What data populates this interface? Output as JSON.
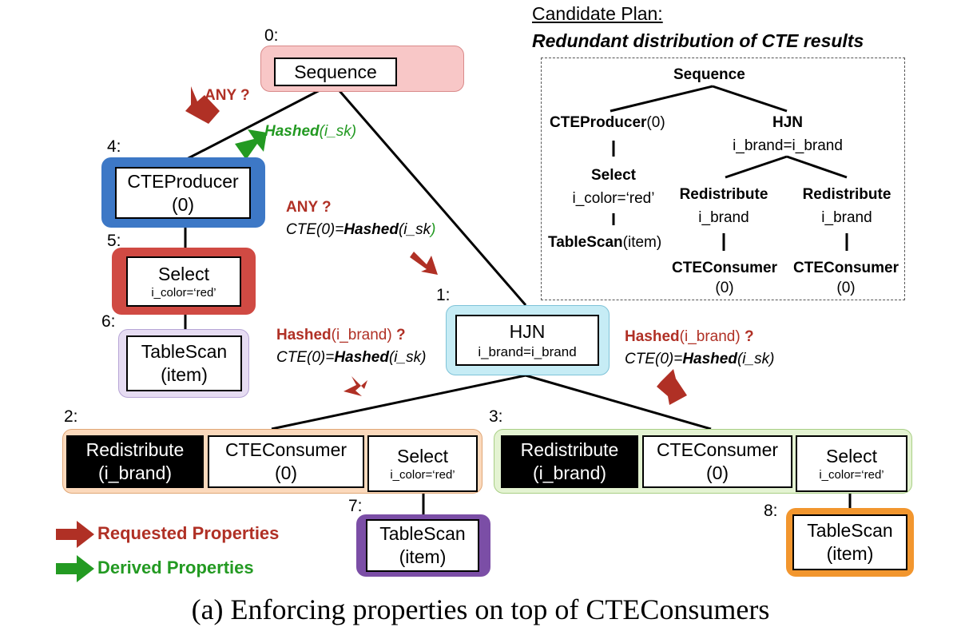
{
  "candidate_plan": {
    "title": "Candidate Plan:",
    "subtitle": "Redundant distribution of CTE results",
    "sequence": "Sequence",
    "cteproducer": "CTEProducer",
    "cteproducer_arg": "(0)",
    "hjn": "HJN",
    "hjn_cond": "i_brand=i_brand",
    "select": "Select",
    "select_cond": "i_color=‘red’",
    "tablescan": "TableScan",
    "tablescan_arg": "(item)",
    "redistribute_1": "Redistribute",
    "redistribute_1_arg": "i_brand",
    "redistribute_2": "Redistribute",
    "redistribute_2_arg": "i_brand",
    "consumer_1": "CTEConsumer",
    "consumer_1_arg": "(0)",
    "consumer_2": "CTEConsumer",
    "consumer_2_arg": "(0)"
  },
  "nodes": {
    "n0": {
      "id": "0:",
      "label": "Sequence",
      "color": "#f8c7c7"
    },
    "n4": {
      "id": "4:",
      "label": "CTEProducer",
      "arg": "(0)",
      "color": "#3d78c6"
    },
    "n5": {
      "id": "5:",
      "label": "Select",
      "arg": "i_color=‘red’",
      "color": "#d04a43"
    },
    "n6": {
      "id": "6:",
      "label": "TableScan",
      "arg": "(item)",
      "color": "#e6dcf2"
    },
    "n1": {
      "id": "1:",
      "label": "HJN",
      "arg": "i_brand=i_brand",
      "color": "#c6ecf5"
    },
    "n2": {
      "id": "2:",
      "redistribute": "Redistribute",
      "redistribute_arg": "(i_brand)",
      "consumer": "CTEConsumer",
      "consumer_arg": "(0)",
      "select": "Select",
      "select_arg": "i_color=‘red’",
      "color": "#fbd9bc"
    },
    "n3": {
      "id": "3:",
      "redistribute": "Redistribute",
      "redistribute_arg": "(i_brand)",
      "consumer": "CTEConsumer",
      "consumer_arg": "(0)",
      "select": "Select",
      "select_arg": "i_color=‘red’",
      "color": "#e4f3d2"
    },
    "n7": {
      "id": "7:",
      "label": "TableScan",
      "arg": "(item)",
      "color": "#7b4ea6"
    },
    "n8": {
      "id": "8:",
      "label": "TableScan",
      "arg": "(item)",
      "color": "#f2962e"
    }
  },
  "annotations": {
    "any_top": "ANY ?",
    "hashed_isk": {
      "fn": "Hashed",
      "arg": "(i_sk)"
    },
    "any_mid": "ANY ?",
    "cte_mid": {
      "prefix": "CTE(0)=",
      "fn": "Hashed",
      "arg": "(i_sk",
      "close": ")"
    },
    "left_req": {
      "fn": "Hashed",
      "arg": "(i_brand)",
      "q": " ?"
    },
    "left_cte": {
      "prefix": "CTE(0)=",
      "fn": "Hashed",
      "arg": "(i_sk)"
    },
    "right_req": {
      "fn": "Hashed",
      "arg": "(i_brand)",
      "q": " ?"
    },
    "right_cte": {
      "prefix": "CTE(0)=",
      "fn": "Hashed",
      "arg": "(i_sk)"
    }
  },
  "legend": {
    "requested": "Requested Properties",
    "derived": "Derived Properties"
  },
  "colors": {
    "requested": "#b03025",
    "derived": "#239a22"
  },
  "caption": "(a) Enforcing properties on top of CTEConsumers"
}
